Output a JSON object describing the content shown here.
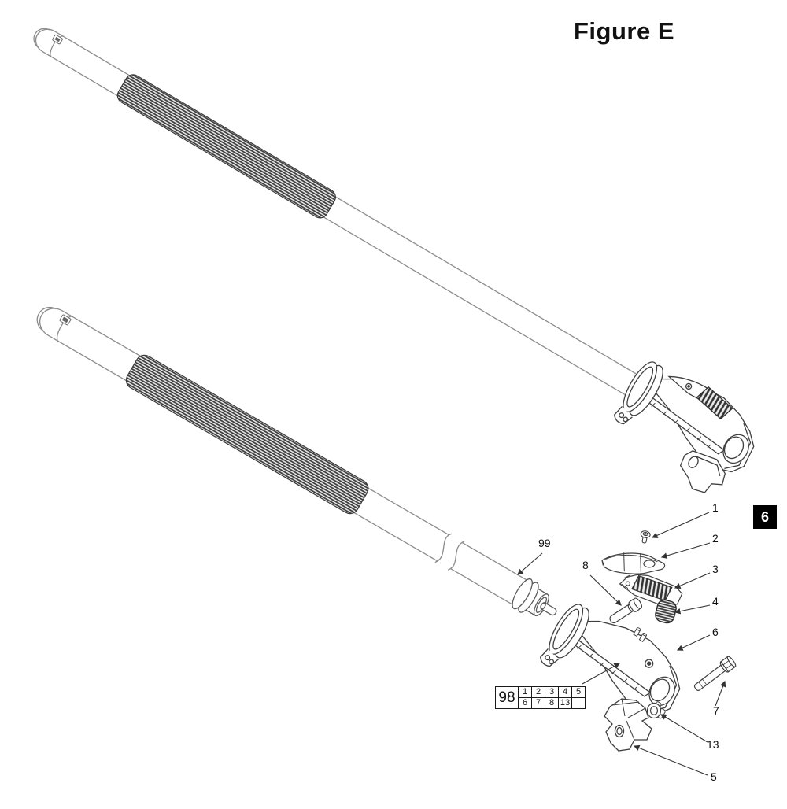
{
  "figure": {
    "title": "Figure E",
    "page_badge": "6"
  },
  "callouts": {
    "screw": "1",
    "cover": "2",
    "latch": "3",
    "spring": "4",
    "knob": "5",
    "clamp_body": "6",
    "bolt": "7",
    "pin": "8",
    "washer": "13",
    "pole": "99"
  },
  "parts_table": {
    "ref": "98",
    "rows": [
      [
        "1",
        "2",
        "3",
        "4",
        "5"
      ],
      [
        "6",
        "7",
        "8",
        "13",
        ""
      ]
    ]
  },
  "colors": {
    "pole_line": "#8c8c8c",
    "part_line": "#3f3f3f",
    "rib_dark": "#3d3d3d",
    "badge_bg": "#000000",
    "badge_text": "#ffffff",
    "paper": "#ffffff"
  }
}
